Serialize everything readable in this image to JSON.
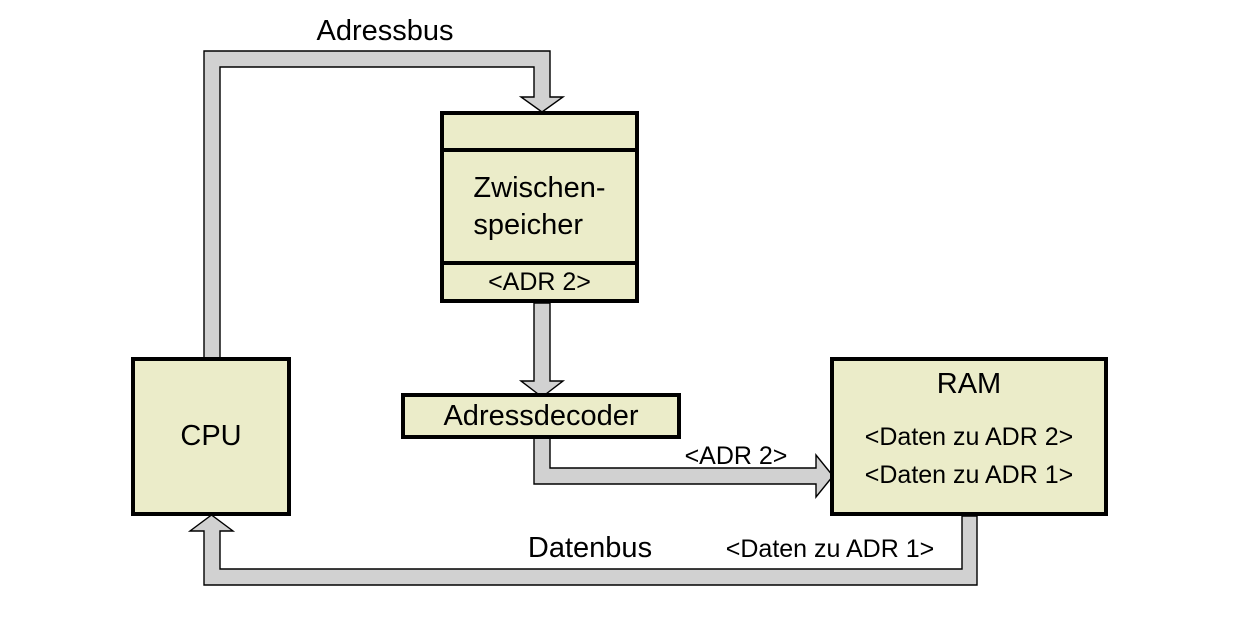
{
  "colors": {
    "background": "#ffffff",
    "text": "#000000",
    "box_fill": "#ebecc9",
    "box_border": "#000000",
    "bus_fill": "#d1d1d1",
    "bus_outline": "#000000"
  },
  "nodes": {
    "cpu": {
      "label": "CPU"
    },
    "buffer": {
      "title_line1": "Zwischen-",
      "title_line2": "speicher",
      "register": "<ADR 2>"
    },
    "decoder": {
      "label": "Adressdecoder"
    },
    "ram": {
      "title": "RAM",
      "rows": [
        "<Daten zu ADR 2>",
        "<Daten zu ADR 1>"
      ]
    }
  },
  "buses": {
    "adressbus": {
      "label": "Adressbus",
      "from": "CPU",
      "to": "Zwischenspeicher"
    },
    "buffer_to_decoder": {
      "from": "Zwischenspeicher",
      "to": "Adressdecoder"
    },
    "decoder_to_ram": {
      "value_label": "<ADR 2>",
      "from": "Adressdecoder",
      "to": "RAM"
    },
    "datenbus": {
      "label": "Datenbus",
      "value_label": "<Daten zu ADR 1>",
      "from": "RAM",
      "to": "CPU"
    }
  }
}
